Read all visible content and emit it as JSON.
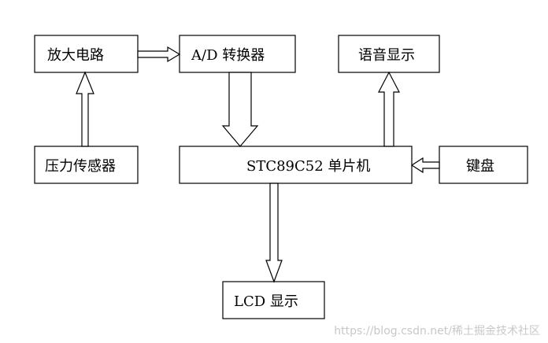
{
  "diagram": {
    "title": "",
    "blocks": {
      "amplifier": "放大电路",
      "adc": "A/D 转换器",
      "voice": "语音显示",
      "sensor": "压力传感器",
      "mcu": "STC89C52 单片机",
      "keyboard": "键盘",
      "lcd": "LCD 显示"
    }
  },
  "watermark": "https://blog.csdn.net/稀土掘金技术社区",
  "colors": {
    "stroke": "#000000",
    "background": "#ffffff",
    "watermark": "#c8c8c8"
  }
}
